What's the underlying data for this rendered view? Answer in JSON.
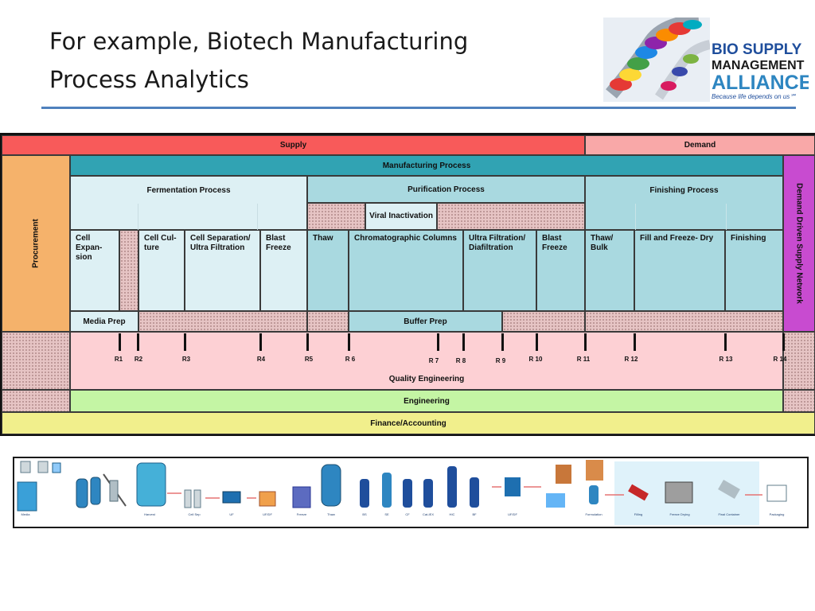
{
  "header": {
    "title_line1": "For example, Biotech Manufacturing",
    "title_line2": "Process Analytics"
  },
  "logo": {
    "line1": "BIO SUPPLY",
    "line2": "MANAGEMENT",
    "line3": "ALLIANCE",
    "tagline": "Because life depends on us℠"
  },
  "diagram": {
    "supply": "Supply",
    "demand": "Demand",
    "procurement": "Procurement",
    "manufacturing": "Manufacturing Process",
    "demand_network": "Demand Driven Supply Network",
    "fermentation": "Fermentation Process",
    "purification": "Purification Process",
    "finishing": "Finishing Process",
    "viral_inactivation": "Viral Inactivation",
    "steps": [
      "Cell Expan- sion",
      "Cell Cul- ture",
      "Cell Separation/ Ultra Filtration",
      "Blast Freeze",
      "Thaw",
      "Chromatographic Columns",
      "Ultra Filtration/ Diafiltration",
      "Blast Freeze",
      "Thaw/ Bulk",
      "Fill and Freeze- Dry",
      "Finishing"
    ],
    "media_prep": "Media Prep",
    "buffer_prep": "Buffer Prep",
    "release_points": [
      "R1",
      "R2",
      "R3",
      "R4",
      "R5",
      "R 6",
      "R 7",
      "R 8",
      "R 9",
      "R 10",
      "R 11",
      "R 12",
      "R 13",
      "R 14"
    ],
    "quality_engineering": "Quality Engineering",
    "engineering": "Engineering",
    "finance": "Finance/Accounting"
  },
  "process_strip": {
    "labels": [
      "Media",
      "Harvest",
      "Cell Sep",
      "UF",
      "UF/DF",
      "Freeze",
      "Thaw",
      "BS",
      "SE",
      "CF",
      "Cat-IEX",
      "HIC",
      "BF",
      "UF/DF",
      "Formulation",
      "Filling",
      "Freeze Drying",
      "Final Container",
      "Packaging"
    ]
  },
  "colors": {
    "supply": "#f85a5a",
    "demand": "#f9a8a8",
    "procurement": "#f5b26b",
    "manufacturing": "#31a3b3",
    "demand_network": "#c84bd0",
    "quality": "#fdd0d4",
    "engineering": "#c4f5a4",
    "finance": "#f1ef8c",
    "rule": "#4f81bd"
  }
}
